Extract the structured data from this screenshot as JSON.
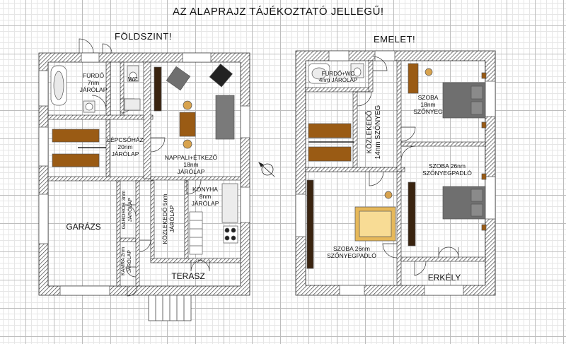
{
  "header": {
    "title": "AZ ALAPRAJZ TÁJÉKOZTATÓ JELLEGŰ!"
  },
  "ground_floor": {
    "title": "FÖLDSZINT!",
    "rooms": {
      "furdo": [
        "FÜRDŐ",
        "7nm",
        "JÁRÓLAP"
      ],
      "wc": [
        "WC"
      ],
      "lepcsohaz": [
        "LÉPCSŐHÁZ",
        "20nm",
        "JÁRÓLAP"
      ],
      "nappali": [
        "NAPPALI+ÉTKEZŐ",
        "18nm",
        "JÁRÓLAP"
      ],
      "garazs": [
        "GARÁZS"
      ],
      "gardrob": [
        "GARDRÓB 3nm",
        "JÁRÓLAP"
      ],
      "kamra": [
        "KAMRA 2nm",
        "JÁRÓLAP"
      ],
      "kozlekedo": [
        "KÖZLEKEDŐ 5nm",
        "JÁRÓLAP"
      ],
      "konyha": [
        "KONYHA",
        "8nm",
        "JÁRÓLAP"
      ],
      "terasz": [
        "TERASZ"
      ]
    }
  },
  "upper_floor": {
    "title": "EMELET!",
    "rooms": {
      "furdo_wc": [
        "FÜRDŐ+WC",
        "4nm JÁRÓLAP"
      ],
      "kozlekedo": [
        "KÖZLEKEDŐ",
        "14nm SZŐNYEG"
      ],
      "szoba18": [
        "SZOBA",
        "18nm",
        "SZŐNYEG"
      ],
      "szoba26a": [
        "SZOBA 26nm",
        "SZŐNYEGPADLÓ"
      ],
      "szoba26b": [
        "SZOBA 26nm",
        "SZŐNYEGPADLÓ"
      ],
      "erkely": [
        "ERKÉLY"
      ]
    }
  },
  "colors": {
    "wall_hatch": "#333333",
    "wood": "#9a5b14",
    "dark_wood": "#3a2410",
    "bed": "#6f6f6f",
    "carpet": "#f5d88a"
  }
}
